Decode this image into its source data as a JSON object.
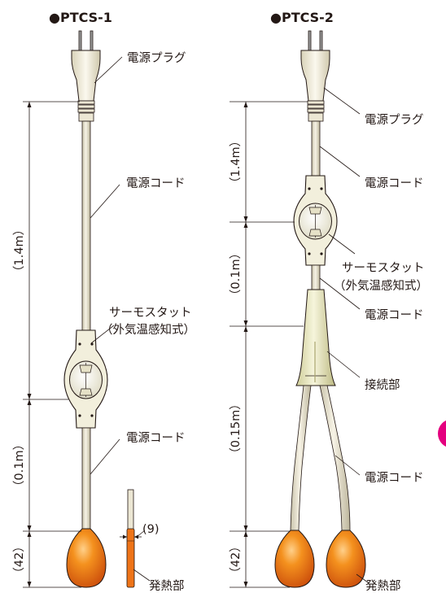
{
  "colors": {
    "accent": "#e4007f",
    "cord": "#efe9d3",
    "heater": "#ee7418",
    "thermostat": "#f3f1e0",
    "connector": "#ecebc3",
    "line": "#231815"
  },
  "left": {
    "title": "●PTCS-1",
    "labels": {
      "plug": "電源プラグ",
      "cord_top": "電源コード",
      "thermostat_1": "サーモスタット",
      "thermostat_2": "（外気温感知式）",
      "cord_bottom": "電源コード",
      "heater": "発熱部"
    },
    "dims": {
      "cord_length": "（1.4m）",
      "lower_cord": "（0.1m）",
      "heater": "（42）",
      "thickness": "(9)"
    }
  },
  "right": {
    "title": "●PTCS-2",
    "labels": {
      "plug": "電源プラグ",
      "cord_top": "電源コード",
      "thermostat_1": "サーモスタット",
      "thermostat_2": "（外気温感知式）",
      "cord_mid": "電源コード",
      "connector": "接続部",
      "cord_bottom": "電源コード",
      "heater": "発熱部"
    },
    "dims": {
      "cord_length": "（1.4m）",
      "mid_cord": "（0.1m）",
      "split_cord": "（0.15m）",
      "heater": "（42）"
    }
  }
}
